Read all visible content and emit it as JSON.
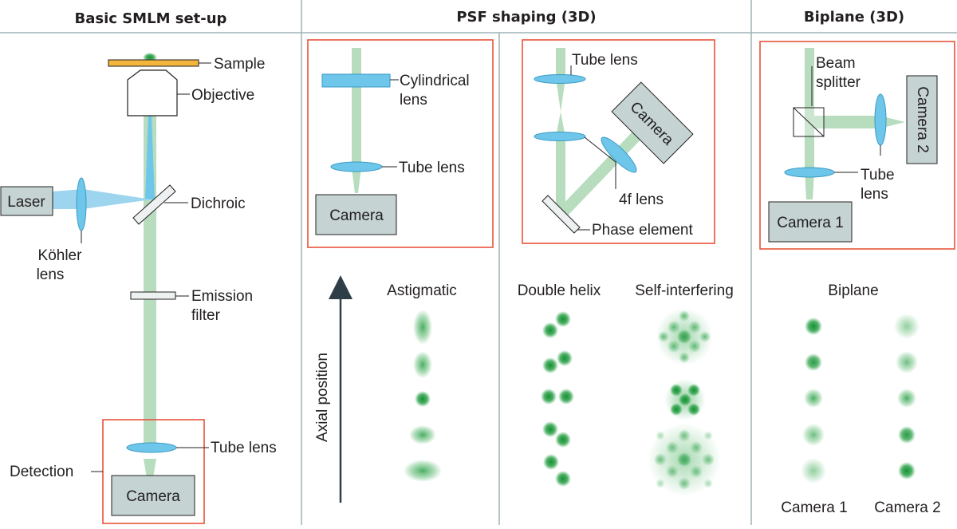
{
  "headers": {
    "basic": "Basic SMLM set-up",
    "psf": "PSF shaping (3D)",
    "biplane": "Biplane (3D)"
  },
  "basic": {
    "sample": "Sample",
    "objective": "Objective",
    "laser": "Laser",
    "dichroic": "Dichroic",
    "kohler_line1": "Köhler",
    "kohler_line2": "lens",
    "emission_line1": "Emission",
    "emission_line2": "filter",
    "tube_lens": "Tube lens",
    "detection": "Detection",
    "camera": "Camera"
  },
  "astig_setup": {
    "cyl_line1": "Cylindrical",
    "cyl_line2": "lens",
    "tube_lens": "Tube lens",
    "camera": "Camera"
  },
  "fourf_setup": {
    "tube_lens": "Tube lens",
    "camera": "Camera",
    "fourf_lens": "4f lens",
    "phase_element": "Phase element"
  },
  "biplane_setup": {
    "beam_line1": "Beam",
    "beam_line2": "splitter",
    "camera2": "Camera 2",
    "tube_line1": "Tube",
    "tube_line2": "lens",
    "camera1": "Camera 1"
  },
  "psf_labels": {
    "axial": "Axial position",
    "astigmatic": "Astigmatic",
    "double_helix": "Double helix",
    "self_interfering": "Self-interfering",
    "biplane": "Biplane",
    "camera1": "Camera 1",
    "camera2": "Camera 2"
  },
  "colors": {
    "accent_box": "#e8533a",
    "lens": "#6ec6ea",
    "beam_green": "#b7dcbe",
    "beam_blue": "#9dd5ee",
    "camera_fill": "#c5d3d3",
    "spot": "#1e9a3c",
    "sample": "#f3b53c"
  }
}
